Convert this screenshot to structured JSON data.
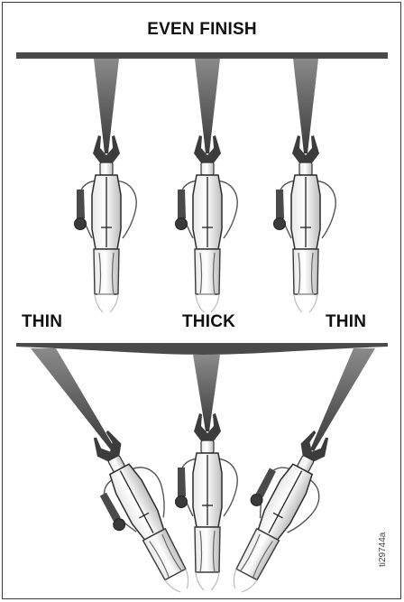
{
  "title": "EVEN FINISH",
  "labels": {
    "left": "THIN",
    "center": "THICK",
    "right": "THIN"
  },
  "figure_code": "ti29744a"
}
